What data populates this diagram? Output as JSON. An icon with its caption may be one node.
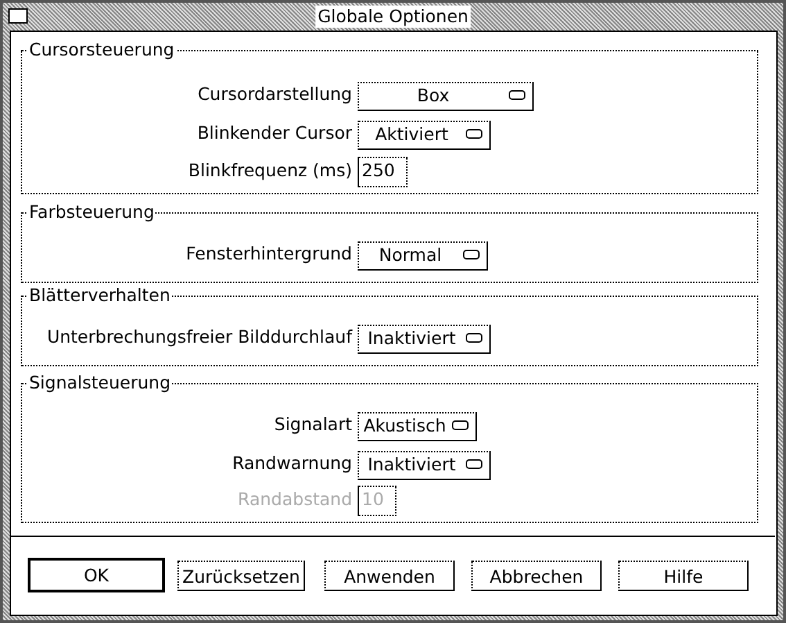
{
  "diagram": {
    "title": "Globale Optionen",
    "nodes": [
      {
        "text": [
          "Cursorsteuerung"
        ]
      },
      {
        "text": [
          "Box"
        ],
        "in": 0
      },
      {
        "text": [
          "Aktiviert"
        ],
        "in": 0
      },
      {
        "text": [
          "250"
        ],
        "in": 0
      },
      {
        "text": [
          "Farbsteuerung"
        ]
      },
      {
        "text": [
          "Normal"
        ],
        "in": 4
      },
      {
        "text": [
          "Blätterverhalten"
        ]
      },
      {
        "text": [
          "Inaktiviert"
        ],
        "in": 6
      },
      {
        "text": [
          "Signalsteuerung"
        ]
      },
      {
        "text": [
          "Akustisch"
        ],
        "in": 8
      },
      {
        "text": [
          "Inaktiviert"
        ],
        "in": 8
      },
      {
        "text": [
          "10"
        ],
        "in": 8
      },
      {
        "text": [
          "OK"
        ]
      },
      {
        "text": [
          "Zurücksetzen"
        ]
      },
      {
        "text": [
          "Anwenden"
        ]
      },
      {
        "text": [
          "Abbrechen"
        ]
      },
      {
        "text": [
          "Hilfe"
        ]
      }
    ],
    "labels": [
      "Cursordarstellung",
      "Blinkender Cursor",
      "Blinkfrequenz (ms)",
      "Fensterhintergrund",
      "Unterbrechungsfreier Bilddurchlauf",
      "Signalart",
      "Randwarnung",
      "Randabstand"
    ]
  }
}
